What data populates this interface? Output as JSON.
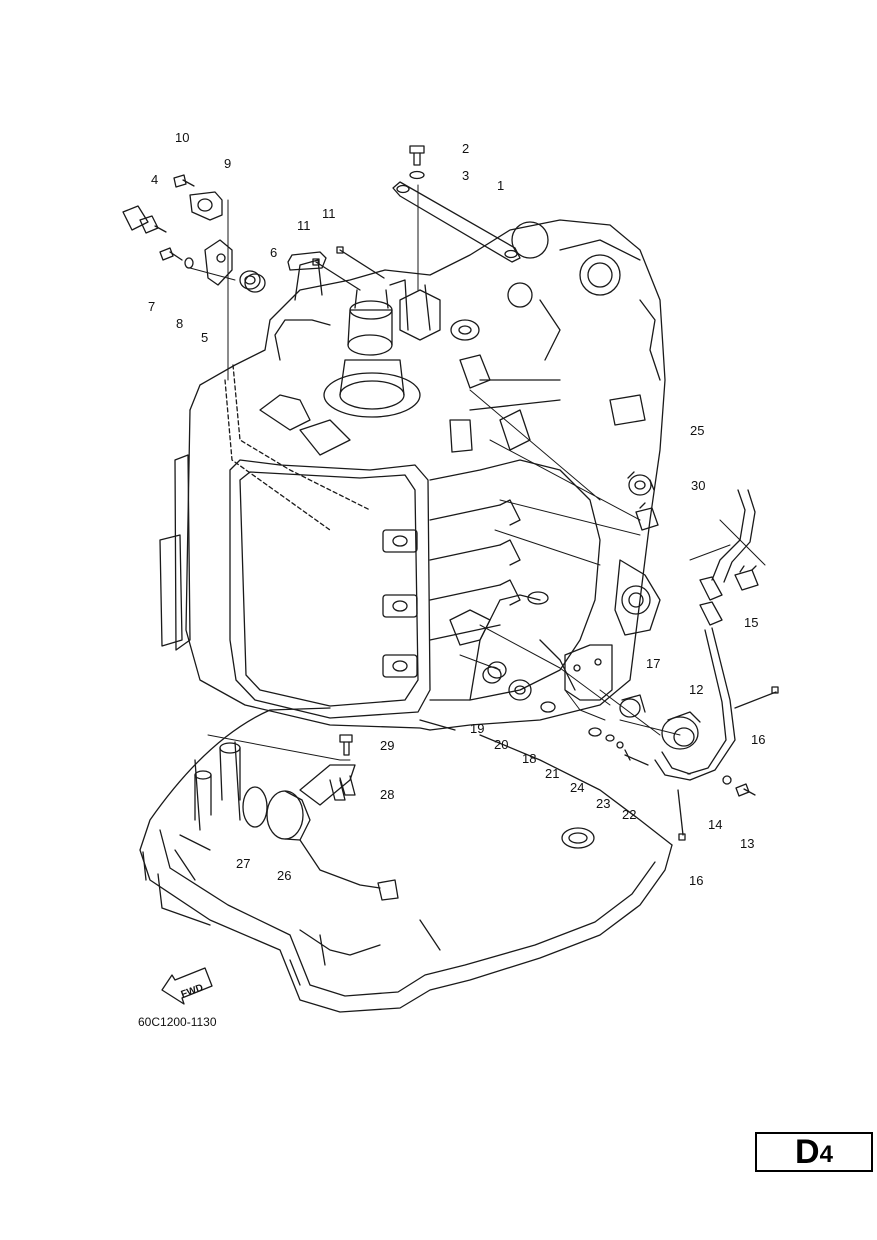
{
  "callouts": [
    "1",
    "2",
    "3",
    "4",
    "5",
    "6",
    "7",
    "8",
    "9",
    "10",
    "11",
    "11",
    "12",
    "13",
    "14",
    "15",
    "16",
    "16",
    "17",
    "18",
    "19",
    "20",
    "21",
    "22",
    "23",
    "24",
    "25",
    "26",
    "27",
    "28",
    "29",
    "30"
  ],
  "fwd_label": "FWD",
  "drawing_code": "60C1200-1130",
  "page_badge": {
    "letter": "D",
    "number": "4"
  },
  "colors": {
    "line": "#1a1a1a",
    "paper": "#ffffff"
  }
}
